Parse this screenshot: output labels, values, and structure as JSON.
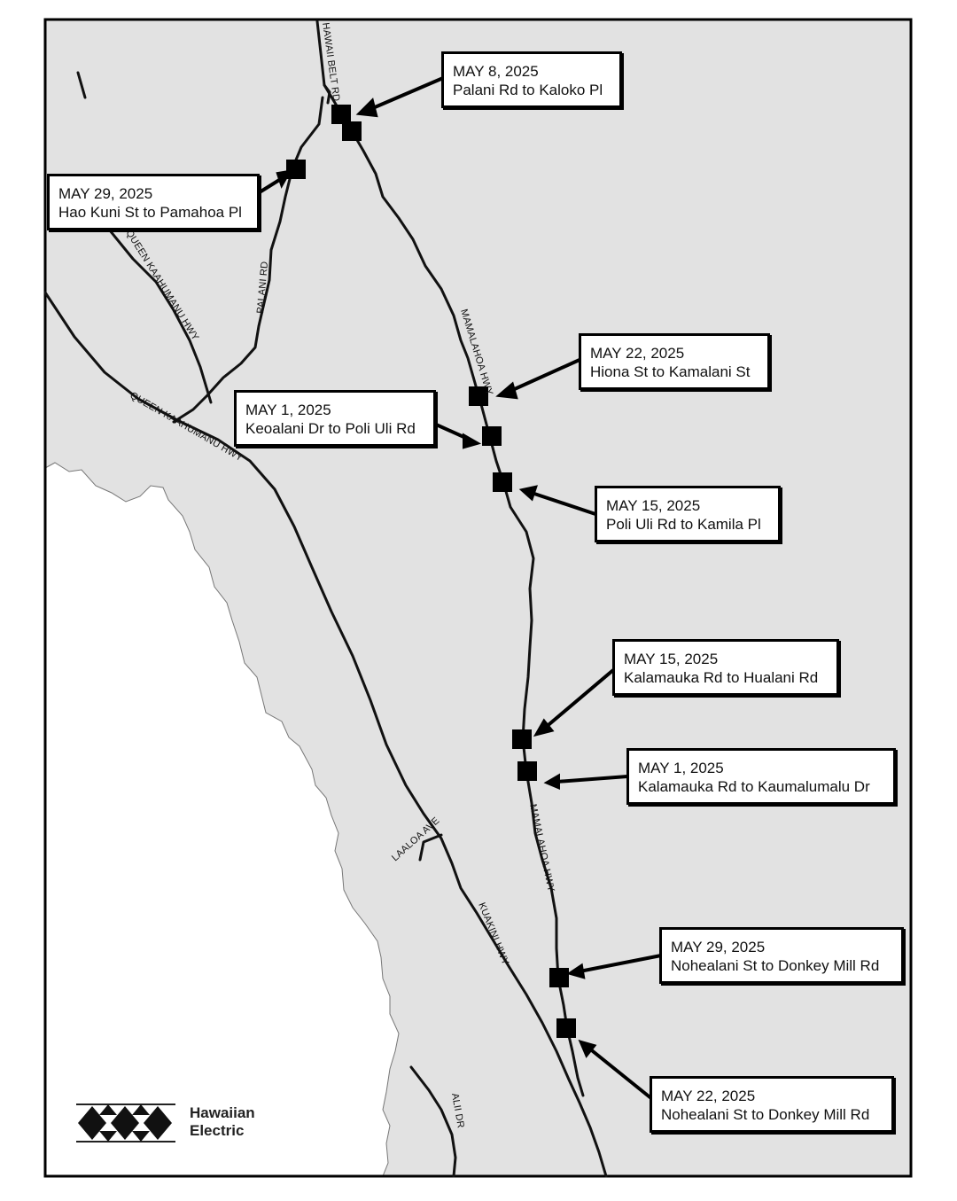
{
  "colors": {
    "land": "#e2e2e2",
    "ocean": "#ffffff",
    "road": "#111111",
    "marker": "#000000",
    "border": "#000000"
  },
  "roads": {
    "hawaii_belt_rd": "HAWAII BELT RD",
    "palani_rd": "PALANI RD",
    "kaahumanu_hwy_upper": "QUEEN KAAHUMANU HWY",
    "queen_kaahumanu_hwy": "QUEEN KAAHUMANU HWY",
    "mamalahoa_hwy_north": "MAMALAHOA HWY",
    "mamalahoa_hwy_south": "MAMALAHOA HWY",
    "lealoa_ave": "LAALOA AVE",
    "kuakini_hwy": "KUAKINI HWY",
    "alii_dr": "ALII DR"
  },
  "callouts": [
    {
      "date": "MAY 8, 2025",
      "segment": "Palani Rd to Kaloko Pl"
    },
    {
      "date": "MAY 29, 2025",
      "segment": "Hao Kuni St to Pamahoa Pl"
    },
    {
      "date": "MAY 22, 2025",
      "segment": "Hiona St to Kamalani St"
    },
    {
      "date": "MAY 1, 2025",
      "segment": "Keoalani Dr to Poli Uli Rd"
    },
    {
      "date": "MAY 15, 2025",
      "segment": "Poli Uli Rd to Kamila Pl"
    },
    {
      "date": "MAY 15, 2025",
      "segment": "Kalamauka Rd to Hualani Rd"
    },
    {
      "date": "MAY 1, 2025",
      "segment": "Kalamauka Rd to Kaumalumalu Dr"
    },
    {
      "date": "MAY 29, 2025",
      "segment": "Nohealani St to Donkey Mill Rd"
    },
    {
      "date": "MAY 22, 2025",
      "segment": "Nohealani St to Donkey Mill Rd"
    }
  ],
  "logo": {
    "line1": "Hawaiian",
    "line2": "Electric"
  }
}
